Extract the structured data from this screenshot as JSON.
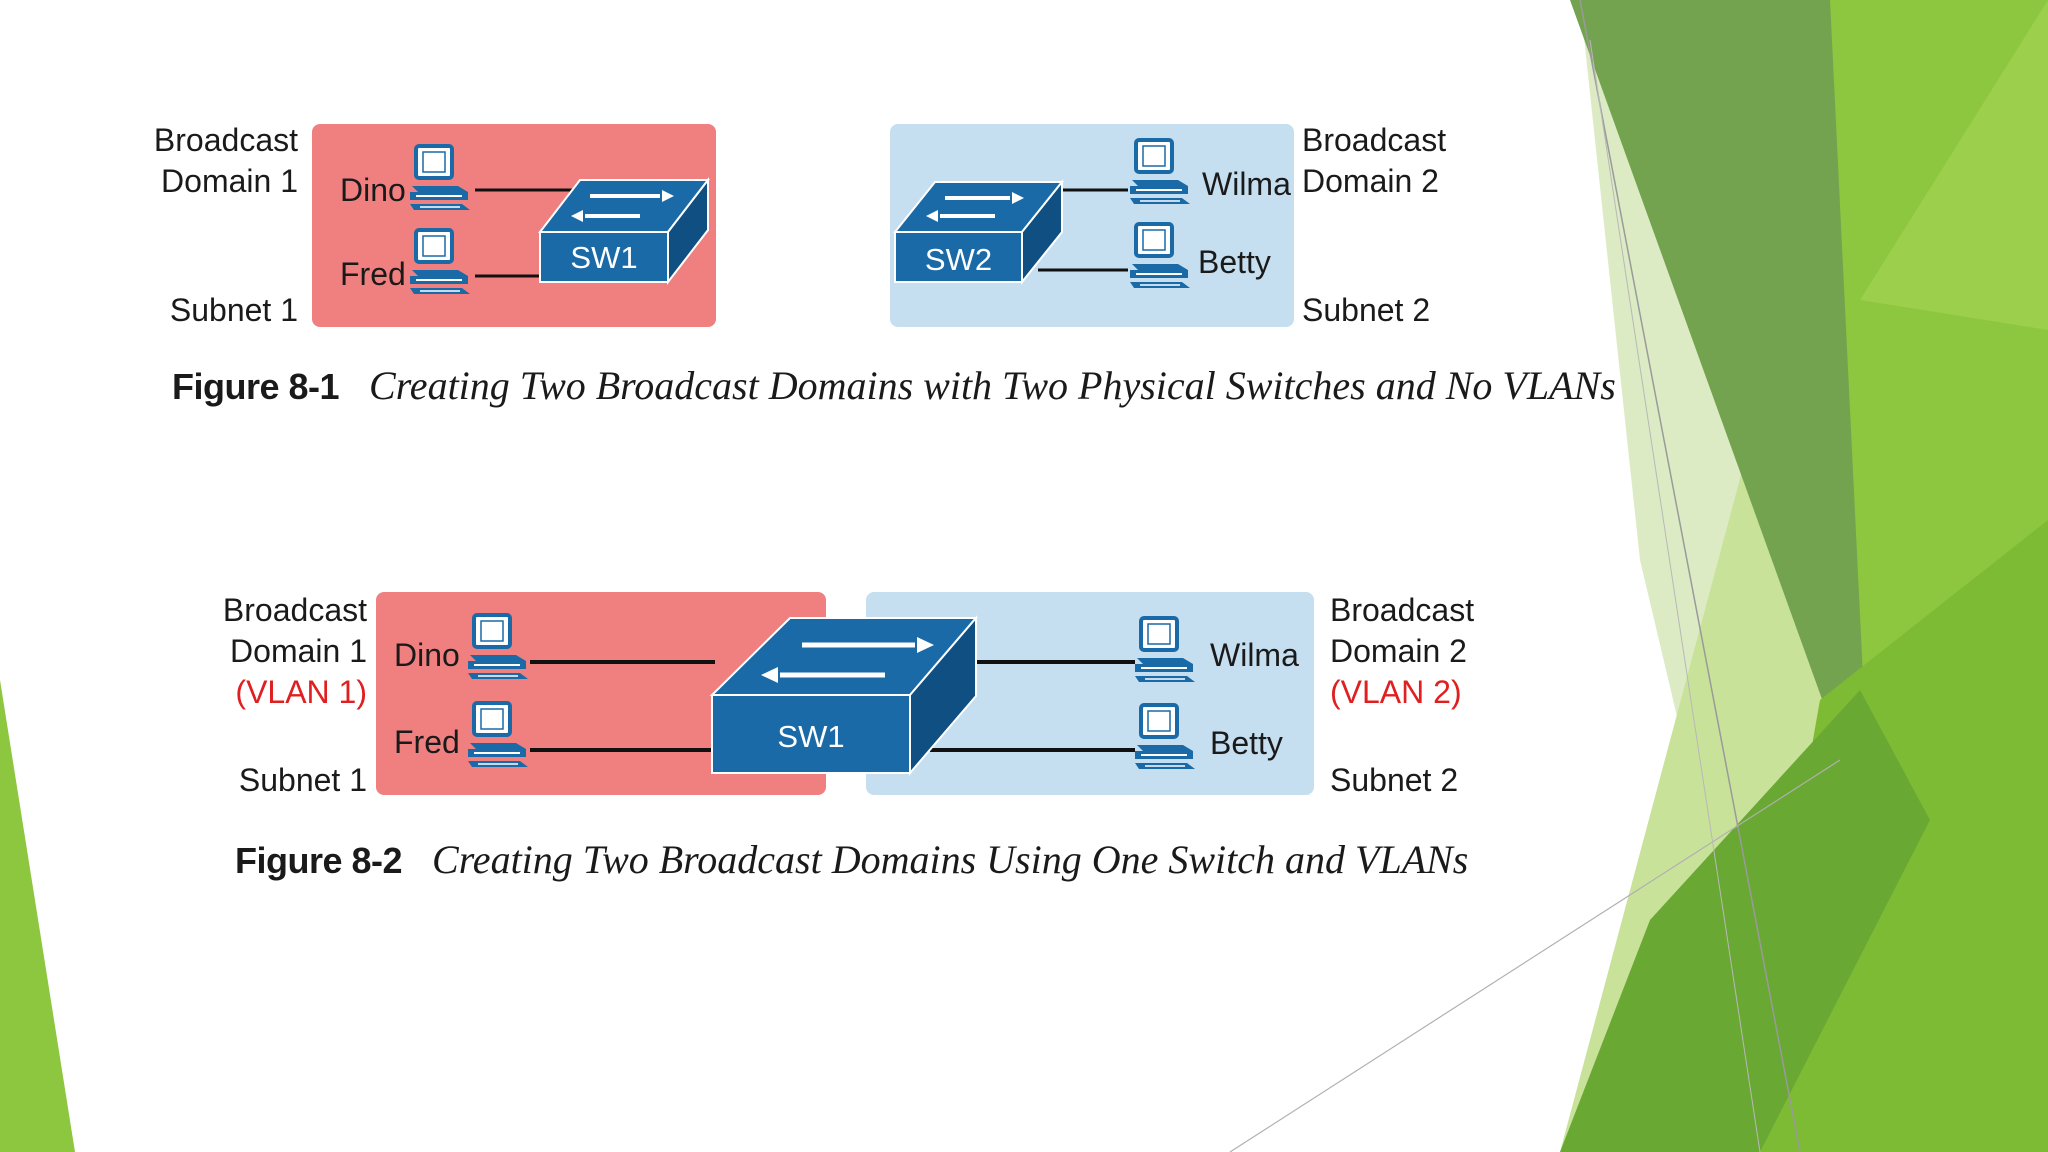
{
  "figure1": {
    "left_domain": [
      "Broadcast",
      "Domain 1"
    ],
    "left_subnet": "Subnet 1",
    "right_domain": [
      "Broadcast",
      "Domain 2"
    ],
    "right_subnet": "Subnet 2",
    "hosts": [
      "Dino",
      "Fred",
      "Wilma",
      "Betty"
    ],
    "switches": [
      "SW1",
      "SW2"
    ],
    "caption_number": "Figure 8-1",
    "caption_title": "Creating Two Broadcast Domains with Two Physical Switches and No VLANs"
  },
  "figure2": {
    "left_domain": [
      "Broadcast",
      "Domain 1"
    ],
    "left_vlan": "(VLAN 1)",
    "left_subnet": "Subnet 1",
    "right_domain": [
      "Broadcast",
      "Domain 2"
    ],
    "right_vlan": "(VLAN 2)",
    "right_subnet": "Subnet 2",
    "hosts": [
      "Dino",
      "Fred",
      "Wilma",
      "Betty"
    ],
    "switch": "SW1",
    "caption_number": "Figure 8-2",
    "caption_title": "Creating Two Broadcast Domains Using One Switch and VLANs"
  },
  "colors": {
    "domain1_fill": "#f08080",
    "domain2_fill": "#c5dff0",
    "switch_blue": "#1a6aa8",
    "vlan_label_red": "#e02020",
    "theme_green": "#8dc63f"
  },
  "icons": [
    "desktop-computer-icon",
    "switch-icon"
  ]
}
